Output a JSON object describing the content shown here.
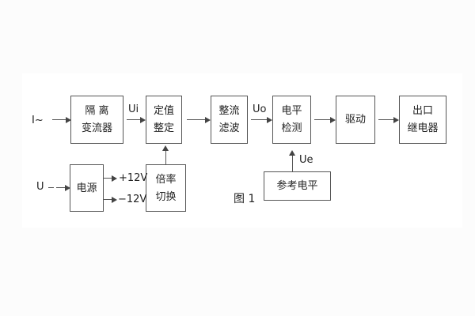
{
  "page": {
    "background_color": "#fcfcfc",
    "sheet_color": "#ffffff"
  },
  "diagram": {
    "caption": "图 1",
    "colors": {
      "line": "#555555",
      "text": "#222222"
    },
    "blocks": {
      "isolation": {
        "line1": "隔 离",
        "line2": "变流器"
      },
      "setting": {
        "line1": "定值",
        "line2": "整定"
      },
      "rectifier": {
        "line1": "整流",
        "line2": "滤波"
      },
      "level_detect": {
        "line1": "电平",
        "line2": "检测"
      },
      "drive": {
        "line1": "驱动"
      },
      "output_relay": {
        "line1": "出口",
        "line2": "继电器"
      },
      "power": {
        "line1": "电源"
      },
      "ratio_switch": {
        "line1": "倍率",
        "line2": "切换"
      },
      "reference_level": {
        "line1": "参考电平"
      }
    },
    "signals": {
      "input_current": "I~",
      "ui": "Ui",
      "uo": "Uo",
      "input_voltage": "U",
      "plus_12v": "+12V",
      "minus_12v": "−12V",
      "ue": "Ue"
    }
  }
}
